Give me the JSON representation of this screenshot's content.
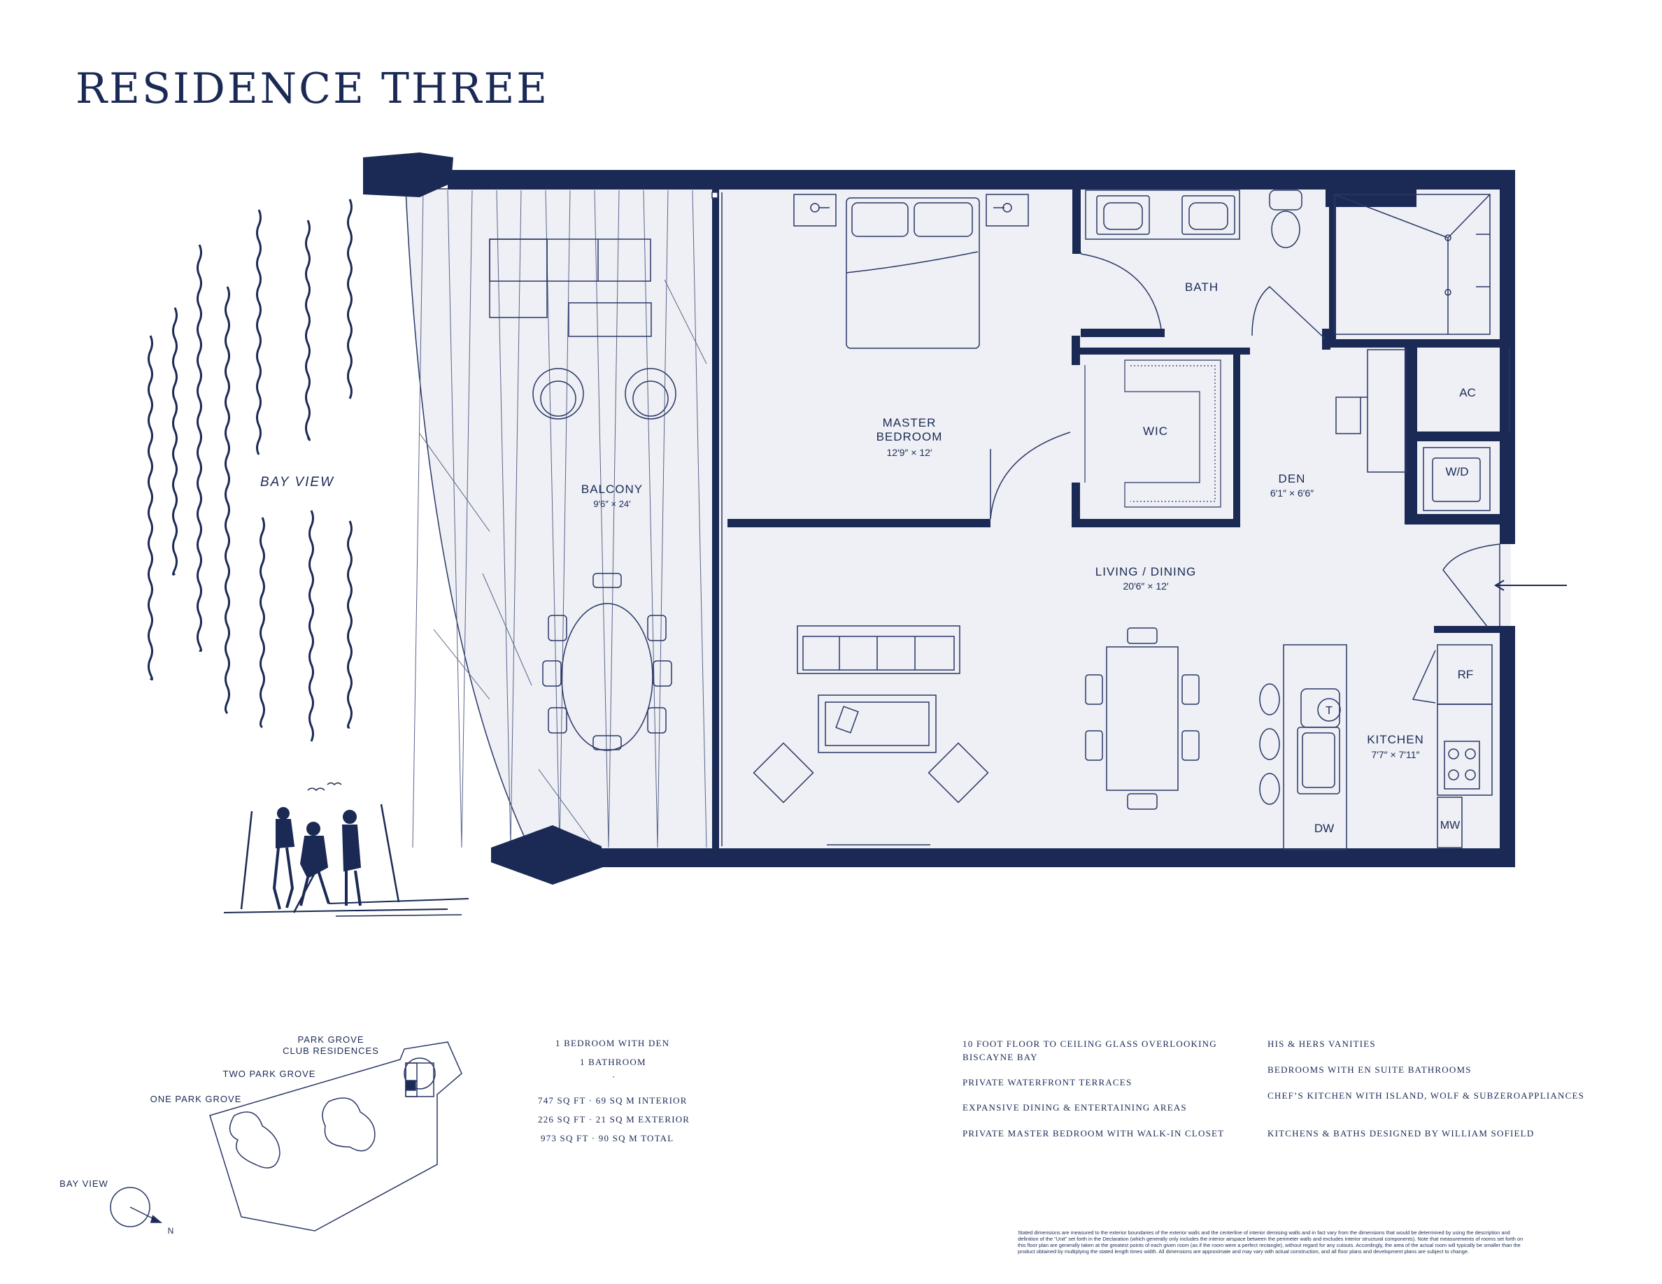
{
  "title": "RESIDENCE THREE",
  "rooms": {
    "balcony": {
      "name": "BALCONY",
      "dims": "9′6″ × 24′"
    },
    "master_bedroom": {
      "name_line1": "MASTER",
      "name_line2": "BEDROOM",
      "dims": "12′9″ × 12′"
    },
    "bath": {
      "name": "BATH"
    },
    "wic": {
      "name": "WIC"
    },
    "den": {
      "name": "DEN",
      "dims": "6′1″ × 6′6″"
    },
    "living_dining": {
      "name": "LIVING / DINING",
      "dims": "20′6″ × 12′"
    },
    "kitchen": {
      "name": "KITCHEN",
      "dims": "7′7″ × 7′11″"
    },
    "ac": {
      "name": "AC"
    },
    "wd": {
      "name": "W/D"
    },
    "rf": {
      "name": "RF"
    },
    "mw": {
      "name": "MW"
    },
    "dw": {
      "name": "DW"
    },
    "t": {
      "name": "T"
    }
  },
  "bay_view_label": "BAY VIEW",
  "site_map": {
    "park_grove_club_line1": "PARK GROVE",
    "park_grove_club_line2": "CLUB RESIDENCES",
    "two_park_grove": "TWO PARK GROVE",
    "one_park_grove": "ONE PARK GROVE",
    "bay_view": "BAY VIEW",
    "north": "N"
  },
  "summary": {
    "bedrooms": "1 BEDROOM WITH DEN",
    "bathrooms": "1 BATHROOM",
    "separator": "·",
    "interior": "747 SQ FT · 69  SQ M INTERIOR",
    "exterior": "226 SQ FT · 21 SQ M EXTERIOR",
    "total": "973 SQ FT · 90 SQ M TOTAL"
  },
  "features_col1": [
    "10 FOOT FLOOR TO CEILING GLASS OVERLOOKING BISCAYNE BAY",
    "PRIVATE WATERFRONT TERRACES",
    "EXPANSIVE DINING & ENTERTAINING AREAS",
    "PRIVATE MASTER BEDROOM WITH WALK-IN CLOSET"
  ],
  "features_col2": [
    "HIS & HERS VANITIES",
    "BEDROOMS WITH EN SUITE BATHROOMS",
    "CHEF’S KITCHEN WITH ISLAND, WOLF & SUBZEROAPPLIANCES",
    "KITCHENS & BATHS DESIGNED BY WILLIAM SOFIELD"
  ],
  "disclaimer": "Stated dimensions are measured to the exterior boundaries of the exterior walls and the centerline of interior demising walls and in fact vary from the dimensions that would be determined by using the description and definition of the “Unit” set forth in the Declaration (which generally only includes the interior airspace between the perimeter walls and excludes interior structural components). Note that measurements of rooms set forth on this floor plan are generally taken at the greatest points of each given room (as if the room were a perfect rectangle), without regard for any cutouts.  Accordingly, the area of the actual room will typically be smaller than the product obtained by multiplying the stated length times width.  All dimensions are approximate and may vary with actual construction, and all floor plans and development plans are subject to change.",
  "colors": {
    "navy": "#1b2a55",
    "floor": "#eef0f5",
    "line": "#2a3766"
  }
}
